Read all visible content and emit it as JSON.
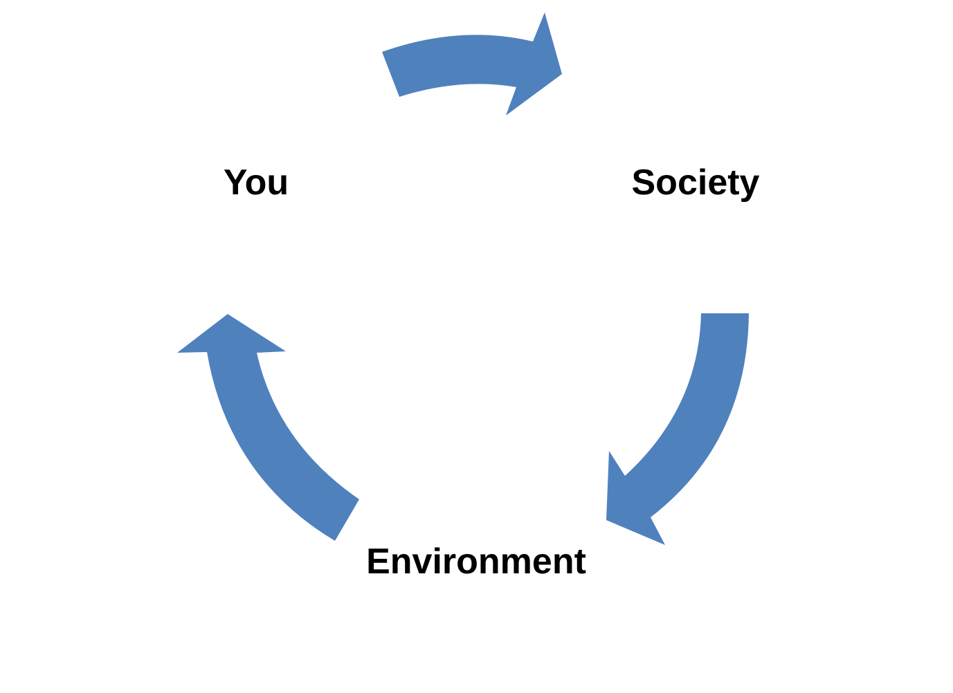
{
  "diagram": {
    "type": "cycle",
    "nodes": [
      {
        "id": "you",
        "label": "You"
      },
      {
        "id": "society",
        "label": "Society"
      },
      {
        "id": "environment",
        "label": "Environment"
      }
    ],
    "edges": [
      {
        "from": "you",
        "to": "society",
        "icon": "curved-arrow-icon"
      },
      {
        "from": "society",
        "to": "environment",
        "icon": "curved-arrow-icon"
      },
      {
        "from": "environment",
        "to": "you",
        "icon": "curved-arrow-icon"
      }
    ],
    "colors": {
      "arrow": "#4F81BD",
      "text": "#000000",
      "background": "#FFFFFF"
    }
  }
}
